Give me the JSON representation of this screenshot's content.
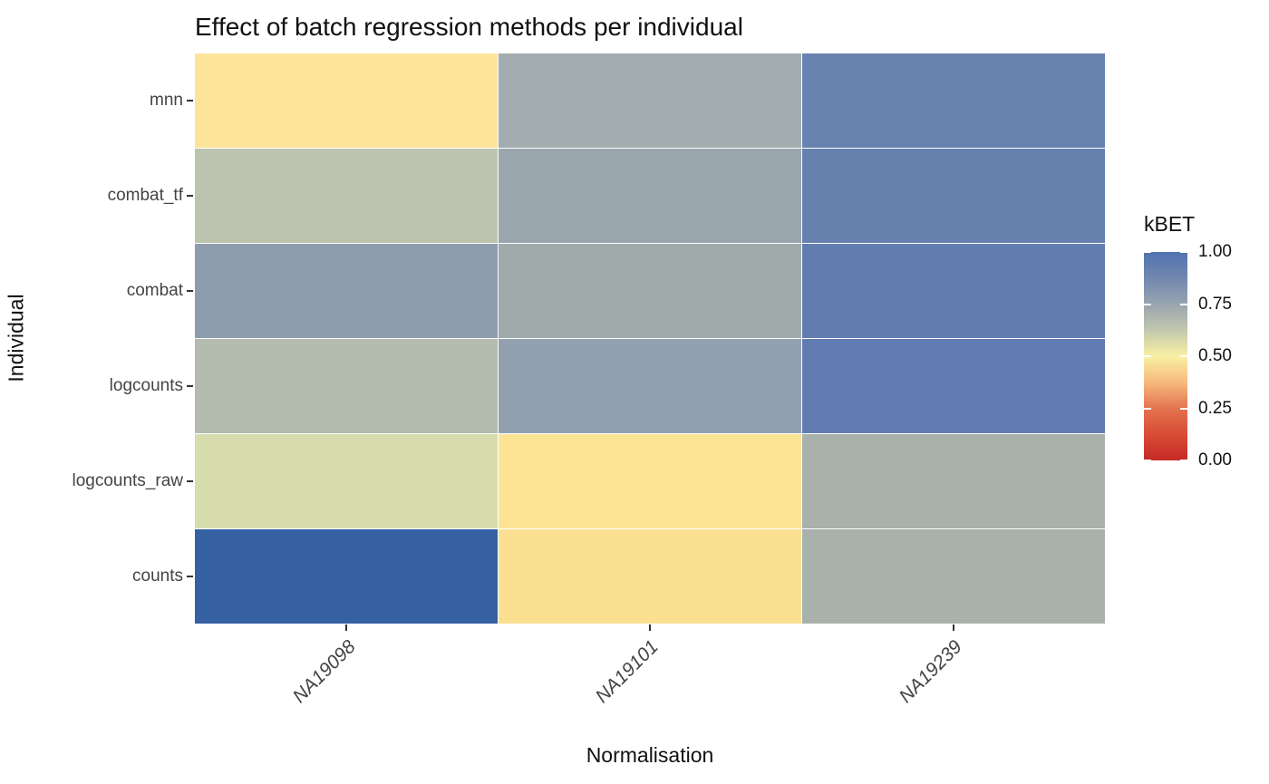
{
  "title": "Effect of batch regression methods per individual",
  "chart_data": {
    "type": "heatmap",
    "title": "Effect of batch regression methods per individual",
    "xlabel": "Normalisation",
    "ylabel": "Individual",
    "x": [
      "NA19098",
      "NA19101",
      "NA19239"
    ],
    "y": [
      "mnn",
      "combat_tf",
      "combat",
      "logcounts",
      "logcounts_raw",
      "counts"
    ],
    "values": [
      [
        0.47,
        0.72,
        0.9
      ],
      [
        0.64,
        0.75,
        0.9
      ],
      [
        0.78,
        0.73,
        0.93
      ],
      [
        0.67,
        0.76,
        0.93
      ],
      [
        0.6,
        0.46,
        0.71
      ],
      [
        1.0,
        0.45,
        0.71
      ]
    ],
    "cell_colors": [
      [
        "#FDE499",
        "#A3ACAE",
        "#6883B0"
      ],
      [
        "#BCC4AF",
        "#9AA6AE",
        "#6781AF"
      ],
      [
        "#8D9DAD",
        "#9FABAB",
        "#617DB0"
      ],
      [
        "#B3BCAE",
        "#93A0AF",
        "#617CB0"
      ],
      [
        "#D6DCAE",
        "#FDE394",
        "#A9B1AC"
      ],
      [
        "#3561A3",
        "#FBE092",
        "#A8B1AC"
      ]
    ],
    "legend": {
      "title": "kBET",
      "ticks": [
        "1.00",
        "0.75",
        "0.50",
        "0.25",
        "0.00"
      ],
      "range": [
        0,
        1
      ],
      "position": "right",
      "gradient_bottom_to_top": [
        "#C62A27",
        "#D84C35",
        "#E37350",
        "#F7BA7D",
        "#F9F0A4",
        "#C2C8AD",
        "#98A4AF",
        "#7187AF",
        "#5273B1"
      ]
    },
    "axis_text_color": "#444444",
    "tick_color": "#333333",
    "gridline_color": "#FFFFFF",
    "grid": false
  }
}
